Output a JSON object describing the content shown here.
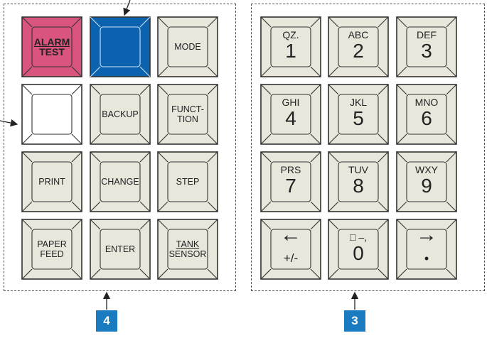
{
  "colors": {
    "pink": "#d9557d",
    "blue": "#0b63b0",
    "beige": "#e9e6dc",
    "white": "#ffffff",
    "badge": "#1b7bc1"
  },
  "function_keys": [
    {
      "id": "alarm-test",
      "lines": [
        "ALARM",
        "TEST"
      ],
      "color": "pink",
      "bold": true,
      "underline_first": true
    },
    {
      "id": "blue-blank",
      "lines": [],
      "color": "blue"
    },
    {
      "id": "mode",
      "lines": [
        "MODE"
      ],
      "color": "beige"
    },
    {
      "id": "white-blank",
      "lines": [],
      "color": "white"
    },
    {
      "id": "backup",
      "lines": [
        "BACKUP"
      ],
      "color": "beige"
    },
    {
      "id": "function",
      "lines": [
        "FUNCT-",
        "TION"
      ],
      "color": "beige"
    },
    {
      "id": "print",
      "lines": [
        "PRINT"
      ],
      "color": "beige"
    },
    {
      "id": "change",
      "lines": [
        "CHANGE"
      ],
      "color": "beige"
    },
    {
      "id": "step",
      "lines": [
        "STEP"
      ],
      "color": "beige"
    },
    {
      "id": "paper-feed",
      "lines": [
        "PAPER",
        "FEED"
      ],
      "color": "beige"
    },
    {
      "id": "enter",
      "lines": [
        "ENTER"
      ],
      "color": "beige"
    },
    {
      "id": "tank-sensor",
      "lines": [
        "TANK",
        "SENSOR"
      ],
      "color": "beige",
      "underline_first": true
    }
  ],
  "numeric_keys": [
    {
      "alpha": "QZ.",
      "digit": "1"
    },
    {
      "alpha": "ABC",
      "digit": "2"
    },
    {
      "alpha": "DEF",
      "digit": "3"
    },
    {
      "alpha": "GHI",
      "digit": "4"
    },
    {
      "alpha": "JKL",
      "digit": "5"
    },
    {
      "alpha": "MNO",
      "digit": "6"
    },
    {
      "alpha": "PRS",
      "digit": "7"
    },
    {
      "alpha": "TUV",
      "digit": "8"
    },
    {
      "alpha": "WXY",
      "digit": "9"
    },
    {
      "alpha": "←",
      "digit": "+/-",
      "icon": "left-arrow"
    },
    {
      "alpha": "□ –,",
      "digit": "0"
    },
    {
      "alpha": "→",
      "digit": "•",
      "icon": "right-arrow"
    }
  ],
  "callouts": {
    "function_panel": "4",
    "numeric_panel": "3"
  }
}
